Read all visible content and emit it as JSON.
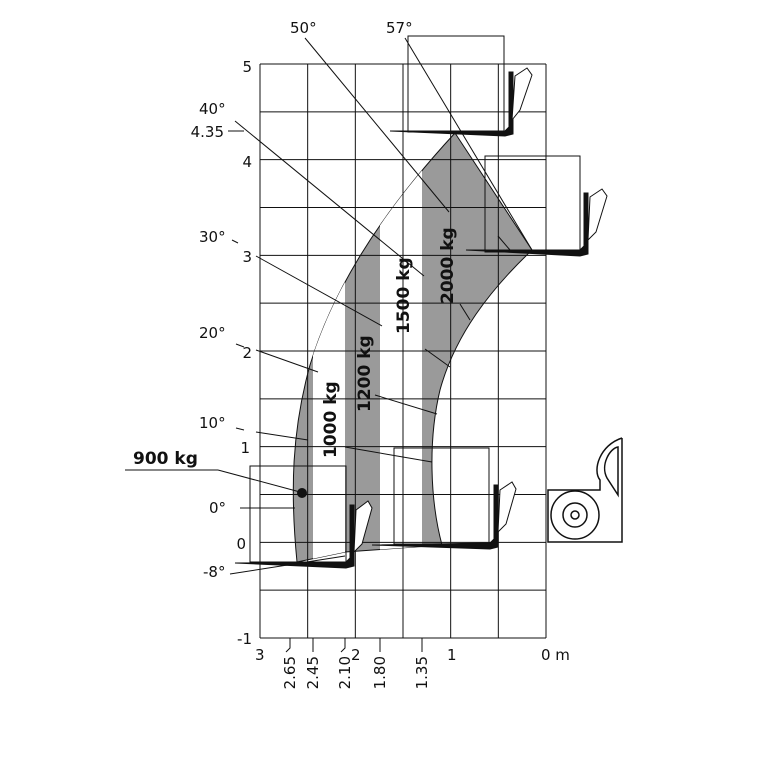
{
  "diagram": {
    "y_axis_labels": [
      "5",
      "4",
      "3",
      "2",
      "1",
      "0",
      "-1"
    ],
    "x_axis_labels": [
      "3",
      "2",
      "1",
      "0 m"
    ],
    "x_marks": [
      "2.65",
      "2.45",
      "2.10",
      "1.80",
      "1.35"
    ],
    "max_height_label": "4.35",
    "angles": {
      "a57": "57°",
      "a50": "50°",
      "a40": "40°",
      "a30": "30°",
      "a20": "20°",
      "a10": "10°",
      "a0": "0°",
      "am8": "-8°"
    },
    "capacities": {
      "c900": "900 kg",
      "c1000": "1000 kg",
      "c1200": "1200 kg",
      "c1500": "1500 kg",
      "c2000": "2000 kg"
    },
    "colors": {
      "zone": "#9a9a9a",
      "line": "#111111"
    }
  }
}
